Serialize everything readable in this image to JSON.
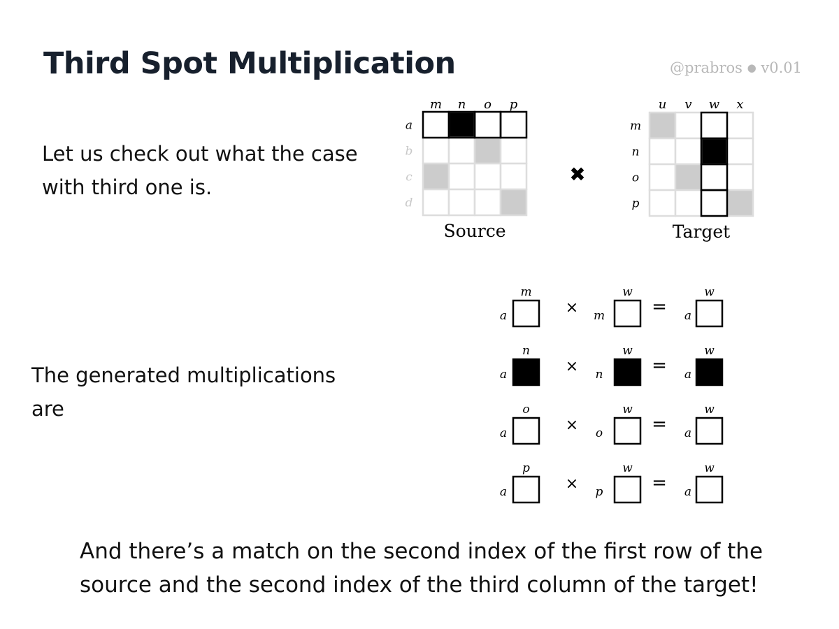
{
  "slide": {
    "title": "Third Spot Multiplication",
    "author": "@prabros",
    "separator": "●",
    "version": "v0.01",
    "intro_line1": "Let us check out what the case",
    "intro_line2": "with third one is.",
    "generated_line1": "The generated multiplications",
    "generated_line2": "are",
    "conclusion_line1": "And there’s a match on the second index of the first row of the",
    "conclusion_line2": "source and the second index of the third column of the target!"
  },
  "colors": {
    "filled": "#000000",
    "highlight": "#cccccc",
    "grid": "#dddddd",
    "faded": "#c8c8c8"
  },
  "source": {
    "label": "Source",
    "col_labels": [
      "m",
      "n",
      "o",
      "p"
    ],
    "row_labels": [
      "a",
      "b",
      "c",
      "d"
    ],
    "cells": [
      [
        "empty",
        "filled",
        "empty",
        "empty"
      ],
      [
        "empty",
        "empty",
        "gray",
        "empty"
      ],
      [
        "gray",
        "empty",
        "empty",
        "empty"
      ],
      [
        "empty",
        "empty",
        "empty",
        "gray"
      ]
    ],
    "active_row": 0
  },
  "operator": "✖",
  "target": {
    "label": "Target",
    "col_labels": [
      "u",
      "v",
      "w",
      "x"
    ],
    "row_labels": [
      "m",
      "n",
      "o",
      "p"
    ],
    "cells": [
      [
        "gray",
        "empty",
        "empty",
        "empty"
      ],
      [
        "empty",
        "empty",
        "filled",
        "empty"
      ],
      [
        "empty",
        "gray",
        "empty",
        "empty"
      ],
      [
        "empty",
        "empty",
        "empty",
        "gray"
      ]
    ],
    "active_col": 2
  },
  "multiplications": [
    {
      "left_row": "a",
      "left_col": "m",
      "left_filled": false,
      "times": "×",
      "right_row": "m",
      "right_col": "w",
      "right_filled": false,
      "equals": "=",
      "result_row": "a",
      "result_col": "w",
      "result_filled": false
    },
    {
      "left_row": "a",
      "left_col": "n",
      "left_filled": true,
      "times": "×",
      "right_row": "n",
      "right_col": "w",
      "right_filled": true,
      "equals": "=",
      "result_row": "a",
      "result_col": "w",
      "result_filled": true
    },
    {
      "left_row": "a",
      "left_col": "o",
      "left_filled": false,
      "times": "×",
      "right_row": "o",
      "right_col": "w",
      "right_filled": false,
      "equals": "=",
      "result_row": "a",
      "result_col": "w",
      "result_filled": false
    },
    {
      "left_row": "a",
      "left_col": "p",
      "left_filled": false,
      "times": "×",
      "right_row": "p",
      "right_col": "w",
      "right_filled": false,
      "equals": "=",
      "result_row": "a",
      "result_col": "w",
      "result_filled": false
    }
  ]
}
